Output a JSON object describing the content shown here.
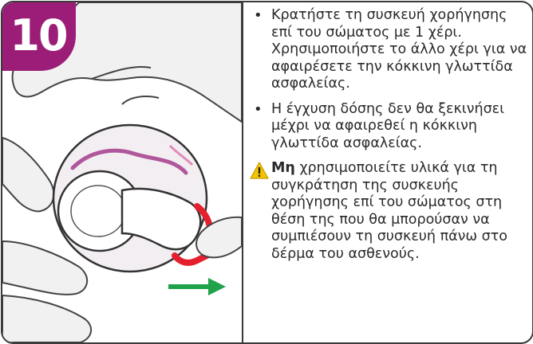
{
  "step": {
    "number": "10"
  },
  "instructions": {
    "bullets": [
      "Κρατήστε τη συσκευή χορήγησης επί του σώματος με 1 χέρι. Χρησιμοποιήστε το άλλο χέρι για να αφαιρέσετε την κόκκινη γλωττίδα ασφαλείας.",
      "Η έγχυση δόσης δεν θα ξεκινήσει μέχρι να αφαιρεθεί η κόκκινη γλωττίδα ασφαλείας."
    ],
    "warning": {
      "icon": "warning-triangle-icon",
      "emphasis": "Μη",
      "text": " χρησιμοποιείτε υλικά για τη συγκράτηση της συσκευής χορήγησης επί του σώματος στη θέση της που θα μπορούσαν να συμπιέσουν τη συσκευή πάνω στο δέρμα του ασθενούς."
    }
  },
  "colors": {
    "badge": "#9c1d78",
    "safety_tab": "#e4202e",
    "arrow": "#1fa24a",
    "warning": "#f5c400",
    "device_accent": "#b0579c"
  }
}
